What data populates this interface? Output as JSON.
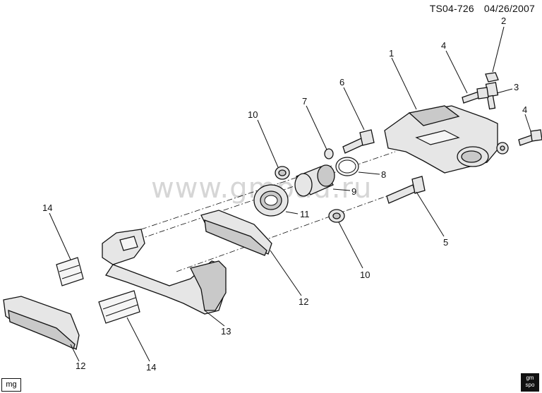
{
  "header": {
    "code": "TS04-726",
    "date": "04/26/2007"
  },
  "watermark": "www.gmpad.ru",
  "footer": {
    "left_tag": "mg",
    "logo_top": "gm",
    "logo_bottom": "spo"
  },
  "callouts": {
    "c1": "1",
    "c2": "2",
    "c3": "3",
    "c4a": "4",
    "c4b": "4",
    "c5": "5",
    "c6": "6",
    "c7": "7",
    "c8": "8",
    "c9": "9",
    "c10a": "10",
    "c10b": "10",
    "c11": "11",
    "c12a": "12",
    "c12b": "12",
    "c13": "13",
    "c14a": "14",
    "c14b": "14"
  }
}
